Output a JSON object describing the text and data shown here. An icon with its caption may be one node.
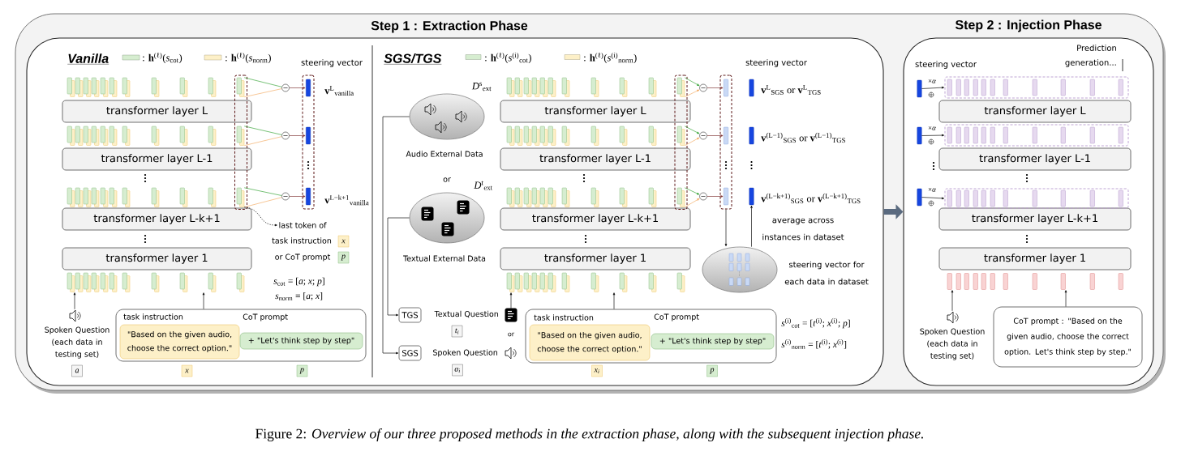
{
  "diagram": {
    "caption": "Figure 2: *Overview of our three proposed methods in the extraction phase, along with the subsequent injection phase.*",
    "nodes": [
      {
        "text": [
          "Step 1 : Extraction Phase"
        ]
      },
      {
        "text": [
          "transformer layer L"
        ],
        "in": 0
      },
      {
        "text": [
          "transformer layer L-1"
        ],
        "in": 0
      },
      {
        "text": [
          "transformer layer L-k+1"
        ],
        "in": 0
      },
      {
        "text": [
          "transformer layer 1"
        ],
        "in": 0
      },
      {
        "text": [],
        "shape": "circle",
        "in": 0
      },
      {
        "text": [],
        "shape": "circle",
        "in": 0
      },
      {
        "text": [],
        "shape": "circle",
        "in": 0
      },
      {
        "text": [],
        "shape": "box",
        "in": 0
      },
      {
        "text": [],
        "shape": "bar",
        "in": 8,
        "beside": [
          "**v**$^{L}$$_{vanilla}$"
        ]
      },
      {
        "text": [],
        "shape": "bar",
        "in": 8
      },
      {
        "text": [],
        "shape": "bar",
        "in": 8,
        "beside": [
          "**v**$^{L−k+1}$$_{vanilla}$"
        ]
      },
      {
        "text": [
          "last token of",
          "task instruction",
          "or CoT prompt"
        ],
        "in": 0
      },
      {
        "text": [
          "x"
        ],
        "in": 0
      },
      {
        "text": [
          "p"
        ],
        "in": 0
      },
      {
        "text": [],
        "shape": "picture",
        "in": 0,
        "beside": [
          "Spoken Question (each data in testing set)"
        ]
      },
      {
        "text": [
          "task instruction",
          "CoT prompt"
        ],
        "in": 0
      },
      {
        "text": [
          "\"Based on the given audio, choose the correct option.\""
        ],
        "in": 16
      },
      {
        "text": [
          "+ \"Let's think step by step\""
        ],
        "in": 16
      },
      {
        "text": [
          "a"
        ],
        "in": 0
      },
      {
        "text": [
          "x"
        ],
        "in": 0
      },
      {
        "text": [
          "p"
        ],
        "in": 0
      },
      {
        "text": [],
        "shape": "ellipse",
        "in": 0,
        "beside": [
          "*D*$^{s}$$_{ext}$",
          "Audio External Data"
        ]
      },
      {
        "text": [],
        "shape": "ellipse",
        "in": 0,
        "beside": [
          "*D*$^{t}$$_{ext}$",
          "Textual External Data"
        ]
      },
      {
        "text": [
          "transformer layer L"
        ],
        "in": 0
      },
      {
        "text": [
          "transformer layer L-1"
        ],
        "in": 0
      },
      {
        "text": [
          "transformer layer L-k+1"
        ],
        "in": 0
      },
      {
        "text": [
          "transformer layer 1"
        ],
        "in": 0
      },
      {
        "text": [],
        "shape": "circle",
        "in": 0
      },
      {
        "text": [],
        "shape": "circle",
        "in": 0
      },
      {
        "text": [],
        "shape": "circle",
        "in": 0
      },
      {
        "text": [],
        "shape": "box",
        "in": 0
      },
      {
        "text": [],
        "shape": "bar",
        "in": 31
      },
      {
        "text": [],
        "shape": "bar",
        "in": 31
      },
      {
        "text": [],
        "shape": "bar",
        "in": 31
      },
      {
        "text": [],
        "shape": "ellipse",
        "in": 0,
        "beside": [
          "steering vector for each data in dataset"
        ]
      },
      {
        "text": [],
        "shape": "bar",
        "in": 0,
        "beside": [
          "**v**$^{L}$$_{SGS}$ or **v**$^{L}$$_{TGS}$"
        ]
      },
      {
        "text": [],
        "shape": "bar",
        "in": 0,
        "beside": [
          "**v**$^{(L−1)}$$_{SGS}$ or **v**$^{(L−1)}$$_{TGS}$"
        ]
      },
      {
        "text": [],
        "shape": "bar",
        "in": 0,
        "beside": [
          "**v**$^{(L−k+1)}$$_{SGS}$ or **v**$^{(L−k+1)}$$_{TGS}$"
        ]
      },
      {
        "text": [
          "TGS"
        ],
        "in": 0
      },
      {
        "text": [
          "SGS"
        ],
        "in": 0
      },
      {
        "text": [],
        "shape": "picture",
        "in": 0,
        "beside": [
          "Textual Question"
        ]
      },
      {
        "text": [],
        "shape": "picture",
        "in": 0,
        "beside": [
          "Spoken Question"
        ]
      },
      {
        "text": [
          "t$_{i}$"
        ],
        "in": 0
      },
      {
        "text": [
          "a$_{i}$"
        ],
        "in": 0
      },
      {
        "text": [
          "task instruction",
          "CoT prompt"
        ],
        "in": 0
      },
      {
        "text": [
          "\"Based on the given audio, choose the correct option.\""
        ],
        "in": 45
      },
      {
        "text": [
          "+ \"Let's think step by step\""
        ],
        "in": 45
      },
      {
        "text": [
          "x$_{i}$"
        ],
        "in": 0
      },
      {
        "text": [
          "p"
        ],
        "in": 0
      },
      {
        "text": [
          "Step 2 : Injection Phase"
        ]
      },
      {
        "text": [
          "transformer layer L"
        ],
        "in": 50
      },
      {
        "text": [
          "transformer layer L-1"
        ],
        "in": 50
      },
      {
        "text": [
          "transformer layer L-k+1"
        ],
        "in": 50
      },
      {
        "text": [
          "transformer layer 1"
        ],
        "in": 50
      },
      {
        "text": [],
        "shape": "box",
        "in": 50
      },
      {
        "text": [],
        "shape": "box",
        "in": 50
      },
      {
        "text": [],
        "shape": "box",
        "in": 50
      },
      {
        "text": [],
        "shape": "bar",
        "in": 50
      },
      {
        "text": [],
        "shape": "bar",
        "in": 50
      },
      {
        "text": [],
        "shape": "bar",
        "in": 50
      },
      {
        "text": [],
        "shape": "picture",
        "in": 50,
        "beside": [
          "Spoken Question (each data in testing set)"
        ]
      },
      {
        "text": [
          "CoT prompt : \"Based on the given audio, choose the correct option. Let's think step by step.\""
        ],
        "in": 50
      },
      {
        "text": [],
        "shape": "box",
        "in": 0
      },
      {
        "text": [],
        "shape": "bar",
        "in": 63
      },
      {
        "text": [],
        "shape": "bar",
        "in": 63
      },
      {
        "text": [],
        "shape": "bar",
        "in": 63
      },
      {
        "text": [],
        "shape": "box",
        "in": 0
      },
      {
        "text": [],
        "shape": "bar",
        "in": 67
      },
      {
        "text": [],
        "shape": "bar",
        "in": 67
      },
      {
        "text": [],
        "shape": "bar",
        "in": 67
      },
      {
        "text": [],
        "shape": "bars",
        "in": 0
      },
      {
        "text": [],
        "shape": "bars",
        "in": 0
      },
      {
        "text": [],
        "shape": "bars",
        "in": 50
      }
    ],
    "edges": [
      {
        "from": 64,
        "to": 5,
        "arrow": "none",
        "color": "#2ea02e"
      },
      {
        "from": 64,
        "to": 5,
        "arrow": "none",
        "color": "#f2a85e"
      },
      {
        "from": 5,
        "to": 9,
        "arrow": "to",
        "color": "#7a2b2b"
      },
      {
        "from": 65,
        "to": 6,
        "arrow": "none",
        "color": "#2ea02e"
      },
      {
        "from": 65,
        "to": 6,
        "arrow": "none",
        "color": "#f2a85e"
      },
      {
        "from": 6,
        "to": 10,
        "arrow": "to",
        "color": "#7a2b2b"
      },
      {
        "from": 66,
        "to": 7,
        "arrow": "none",
        "color": "#2ea02e"
      },
      {
        "from": 66,
        "to": 7,
        "arrow": "none",
        "color": "#f2a85e"
      },
      {
        "from": 7,
        "to": 11,
        "arrow": "to",
        "color": "#7a2b2b"
      },
      {
        "from": 66,
        "to": 12,
        "arrow": "to",
        "style": "dashed"
      },
      {
        "from": 15,
        "to": 71,
        "arrow": "to"
      },
      {
        "from": 16,
        "to": 71,
        "arrow": "to"
      },
      {
        "from": 22,
        "to": 40,
        "arrow": "to"
      },
      {
        "from": 23,
        "to": 39,
        "arrow": "to"
      },
      {
        "from": 68,
        "to": 28,
        "arrow": "to",
        "color": "#2ea02e"
      },
      {
        "from": 68,
        "to": 28,
        "arrow": "to",
        "color": "#f2a85e"
      },
      {
        "from": 28,
        "to": 32,
        "arrow": "to",
        "color": "#7a2b2b"
      },
      {
        "from": 69,
        "to": 29,
        "arrow": "to",
        "color": "#2ea02e"
      },
      {
        "from": 69,
        "to": 29,
        "arrow": "to",
        "color": "#f2a85e"
      },
      {
        "from": 29,
        "to": 33,
        "arrow": "to",
        "color": "#7a2b2b"
      },
      {
        "from": 70,
        "to": 30,
        "arrow": "to",
        "color": "#2ea02e"
      },
      {
        "from": 70,
        "to": 30,
        "arrow": "to",
        "color": "#f2a85e"
      },
      {
        "from": 30,
        "to": 34,
        "arrow": "to",
        "color": "#7a2b2b"
      },
      {
        "from": 31,
        "to": 35,
        "arrow": "to"
      },
      {
        "from": 35,
        "to": 38,
        "arrow": "to",
        "label": "average across instances in dataset"
      },
      {
        "from": 41,
        "to": 72,
        "arrow": "to"
      },
      {
        "from": 45,
        "to": 72,
        "arrow": "to"
      },
      {
        "from": 0,
        "to": 50,
        "arrow": "to",
        "style": "thick",
        "color": "#5a6a7f"
      },
      {
        "from": 58,
        "to": 55,
        "arrow": "to",
        "label": "×*α*"
      },
      {
        "from": 59,
        "to": 56,
        "arrow": "to",
        "label": "×*α*"
      },
      {
        "from": 60,
        "to": 57,
        "arrow": "to",
        "label": "×*α*"
      },
      {
        "from": 61,
        "to": 73,
        "arrow": "to"
      },
      {
        "from": 62,
        "to": 73,
        "arrow": "to"
      }
    ],
    "labels": [
      "Vanilla",
      "SGS/TGS",
      "Prediction generation...",
      "steering vector",
      "steering vector",
      "steering vector",
      "or",
      "*s*$_{cot}$ = [*a*; *x*; *p*]",
      "*s*$_{norm}$ = [*a*; *x*]",
      "or",
      "*s*$^{(i)}$$_{cot}$ = [*t*$^{(i)}$; *x*$^{(i)}$; *p*]",
      "*s*$^{(i)}$$_{norm}$ = [*t*$^{(i)}$; *x*$^{(i)}$]"
    ],
    "legend": [
      {
        "text": ": **h**$^{(ℓ)}$(*s*$_{cot}$)",
        "color": "#d6edd0"
      },
      {
        "text": ": **h**$^{(ℓ)}$(*s*$_{norm}$)",
        "color": "#fdf0c8"
      },
      {
        "text": ": **h**$^{(ℓ)}$(*s*$^{(i)}$$_{cot}$)",
        "color": "#d6edd0"
      },
      {
        "text": ": **h**$^{(ℓ)}$(*s*$^{(i)}$$_{norm}$)",
        "color": "#fdf0c8"
      }
    ]
  }
}
